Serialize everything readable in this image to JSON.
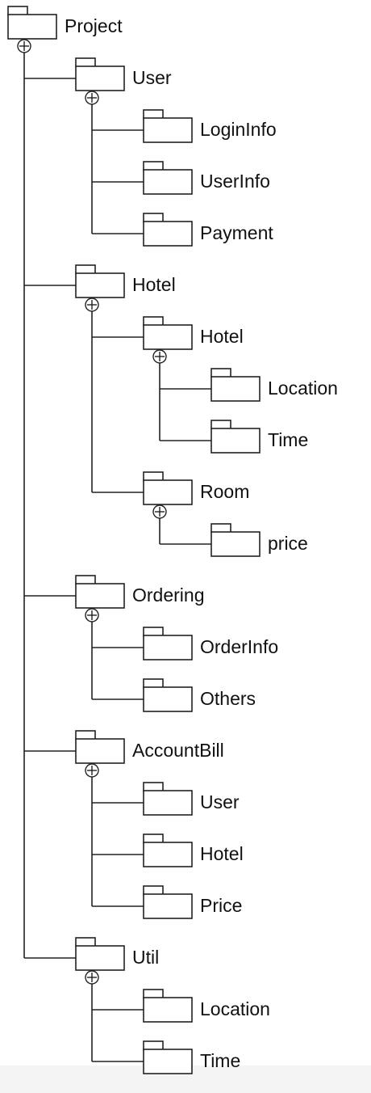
{
  "diagram": {
    "root": {
      "label": "Project",
      "children": [
        {
          "label": "User",
          "children": [
            {
              "label": "LoginInfo"
            },
            {
              "label": "UserInfo"
            },
            {
              "label": "Payment"
            }
          ]
        },
        {
          "label": "Hotel",
          "children": [
            {
              "label": "Hotel",
              "children": [
                {
                  "label": "Location"
                },
                {
                  "label": "Time"
                }
              ]
            },
            {
              "label": "Room",
              "children": [
                {
                  "label": "price"
                }
              ]
            }
          ]
        },
        {
          "label": "Ordering",
          "children": [
            {
              "label": "OrderInfo"
            },
            {
              "label": "Others"
            }
          ]
        },
        {
          "label": "AccountBill",
          "children": [
            {
              "label": "User"
            },
            {
              "label": "Hotel"
            },
            {
              "label": "Price"
            }
          ]
        },
        {
          "label": "Util",
          "children": [
            {
              "label": "Location"
            },
            {
              "label": "Time"
            }
          ]
        }
      ]
    },
    "colors": {
      "line": "#222222",
      "background": "#ffffff"
    }
  }
}
